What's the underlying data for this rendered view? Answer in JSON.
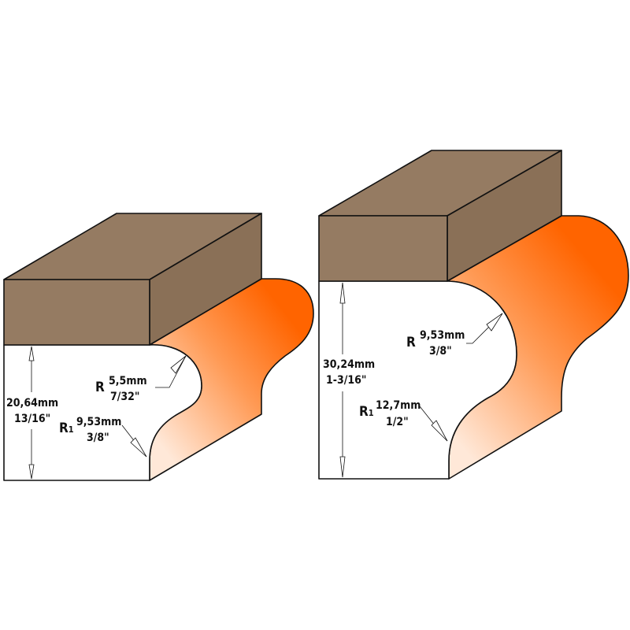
{
  "colors": {
    "wood": "#957b62",
    "cutter_dark": "#ff6400",
    "cutter_light": "#ffe8d8",
    "outline": "#111111"
  },
  "profiles": [
    {
      "height": {
        "mm": "20,64mm",
        "inch": "13/16\""
      },
      "radius": {
        "prefix": "R",
        "mm": "5,5mm",
        "inch": "7/32\""
      },
      "radius1": {
        "prefix": "R",
        "subscript": "1",
        "mm": "9,53mm",
        "inch": "3/8\""
      }
    },
    {
      "height": {
        "mm": "30,24mm",
        "inch": "1-3/16\""
      },
      "radius": {
        "prefix": "R",
        "mm": "9,53mm",
        "inch": "3/8\""
      },
      "radius1": {
        "prefix": "R",
        "subscript": "1",
        "mm": "12,7mm",
        "inch": "1/2\""
      }
    }
  ]
}
